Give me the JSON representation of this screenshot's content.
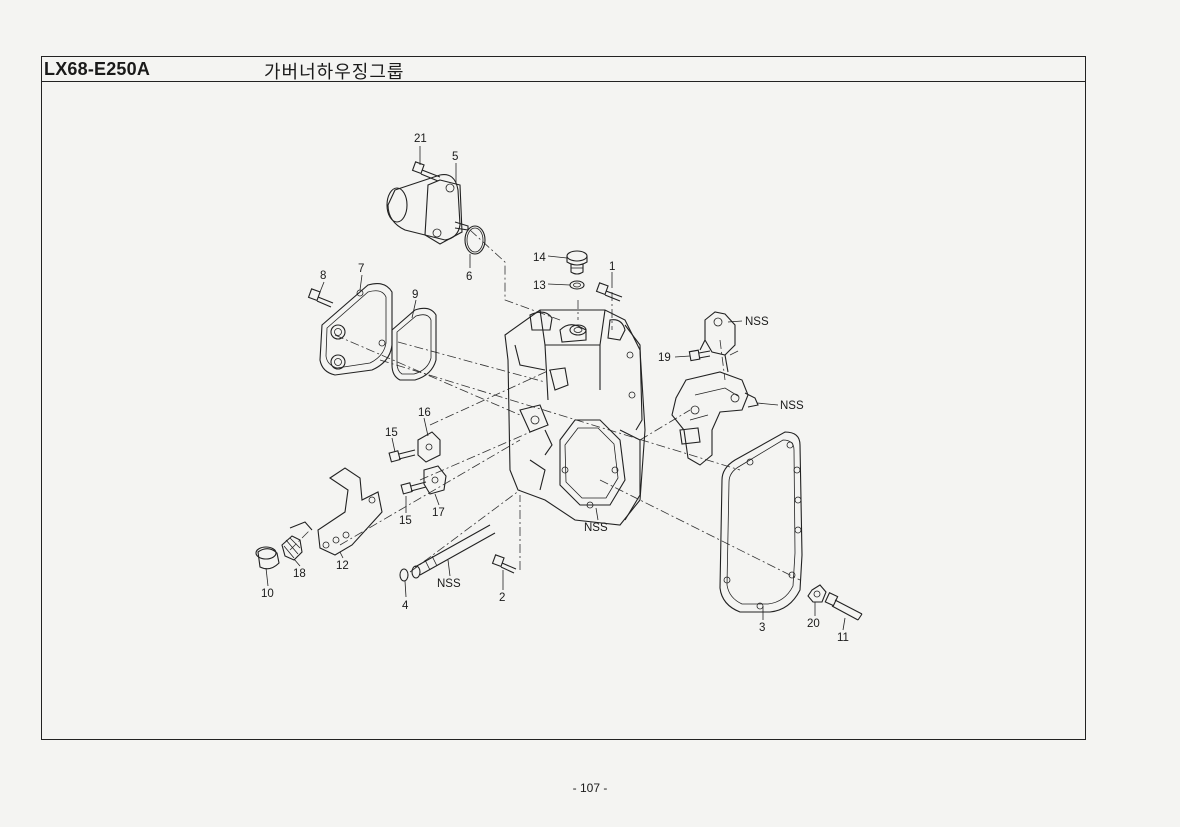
{
  "header": {
    "code": "LX68-E250A",
    "title": "가버너하우징그룹"
  },
  "footer": {
    "page_number": "- 107 -"
  },
  "labels": {
    "l1": "1",
    "l2": "2",
    "l3": "3",
    "l4": "4",
    "l5": "5",
    "l6": "6",
    "l7": "7",
    "l8": "8",
    "l9": "9",
    "l10": "10",
    "l11": "11",
    "l12": "12",
    "l13": "13",
    "l14": "14",
    "l15a": "15",
    "l15b": "15",
    "l16": "16",
    "l17": "17",
    "l18": "18",
    "l19": "19",
    "l20": "20",
    "l21": "21",
    "nss1": "NSS",
    "nss2": "NSS",
    "nss3": "NSS",
    "nss4": "NSS"
  }
}
